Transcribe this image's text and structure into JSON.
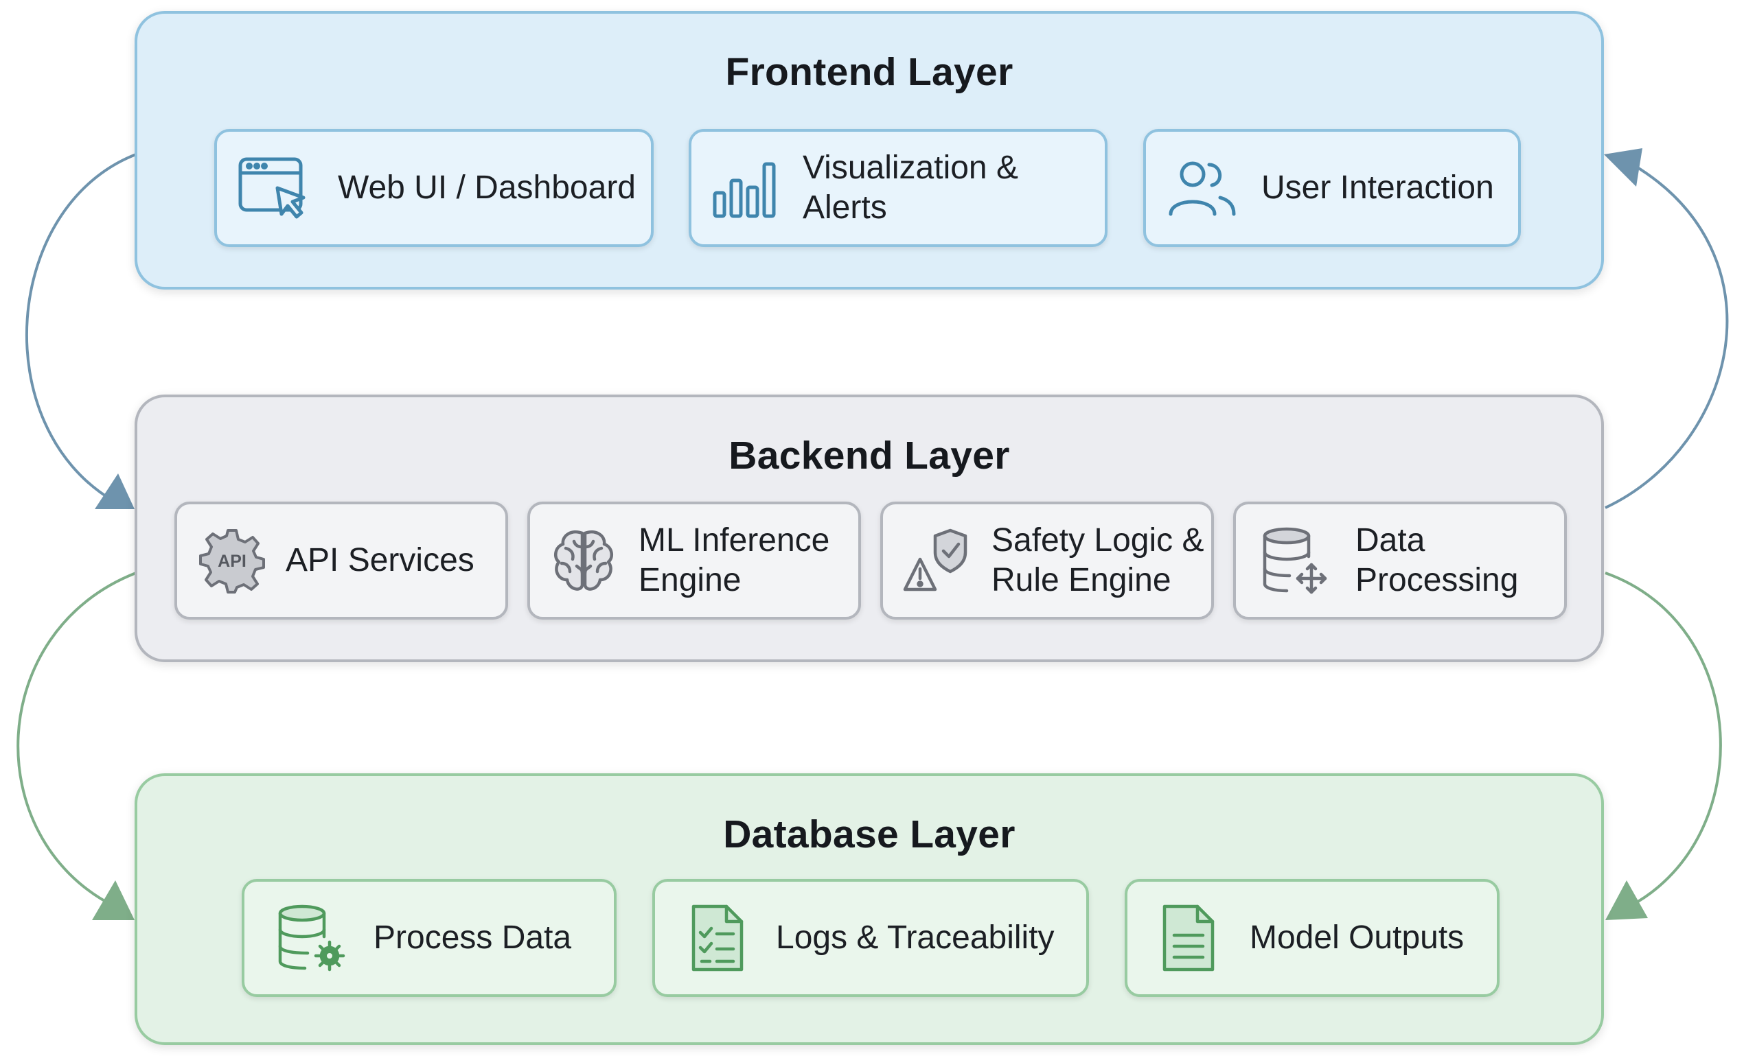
{
  "colors": {
    "frontend_fill": "#ddeef9",
    "frontend_border": "#8fc2df",
    "frontend_icon": "#3f85ad",
    "backend_fill": "#ecedf1",
    "backend_border": "#b3b6bd",
    "backend_icon": "#6d7078",
    "database_fill": "#e3f2e6",
    "database_border": "#98cba1",
    "database_icon": "#4f9a5c",
    "arrow_blue": "#6e93ad",
    "arrow_green": "#7fae89"
  },
  "layers": {
    "frontend": {
      "title": "Frontend Layer",
      "components": [
        {
          "label": "Web UI / Dashboard",
          "icon": "browser-cursor-icon"
        },
        {
          "label": "Visualization &\nAlerts",
          "icon": "bar-chart-icon"
        },
        {
          "label": "User Interaction",
          "icon": "users-icon"
        }
      ]
    },
    "backend": {
      "title": "Backend Layer",
      "components": [
        {
          "label": "API Services",
          "icon": "api-gear-icon",
          "icon_text": "API"
        },
        {
          "label": "ML Inference\nEngine",
          "icon": "brain-icon"
        },
        {
          "label": "Safety Logic &\nRule Engine",
          "icon": "shield-warning-icon"
        },
        {
          "label": "Data\nProcessing",
          "icon": "database-move-icon"
        }
      ]
    },
    "database": {
      "title": "Database Layer",
      "components": [
        {
          "label": "Process Data",
          "icon": "database-gear-icon"
        },
        {
          "label": "Logs & Traceability",
          "icon": "checklist-document-icon"
        },
        {
          "label": "Model Outputs",
          "icon": "document-icon"
        }
      ]
    }
  },
  "flows": [
    {
      "from": "frontend",
      "to": "backend",
      "side": "left",
      "icon": "arrow-down-icon"
    },
    {
      "from": "backend",
      "to": "frontend",
      "side": "right",
      "icon": "arrow-up-icon"
    },
    {
      "from": "backend",
      "to": "database",
      "side": "left",
      "icon": "arrow-down-icon"
    },
    {
      "from": "backend",
      "to": "database",
      "side": "right",
      "icon": "arrow-down-icon"
    }
  ]
}
